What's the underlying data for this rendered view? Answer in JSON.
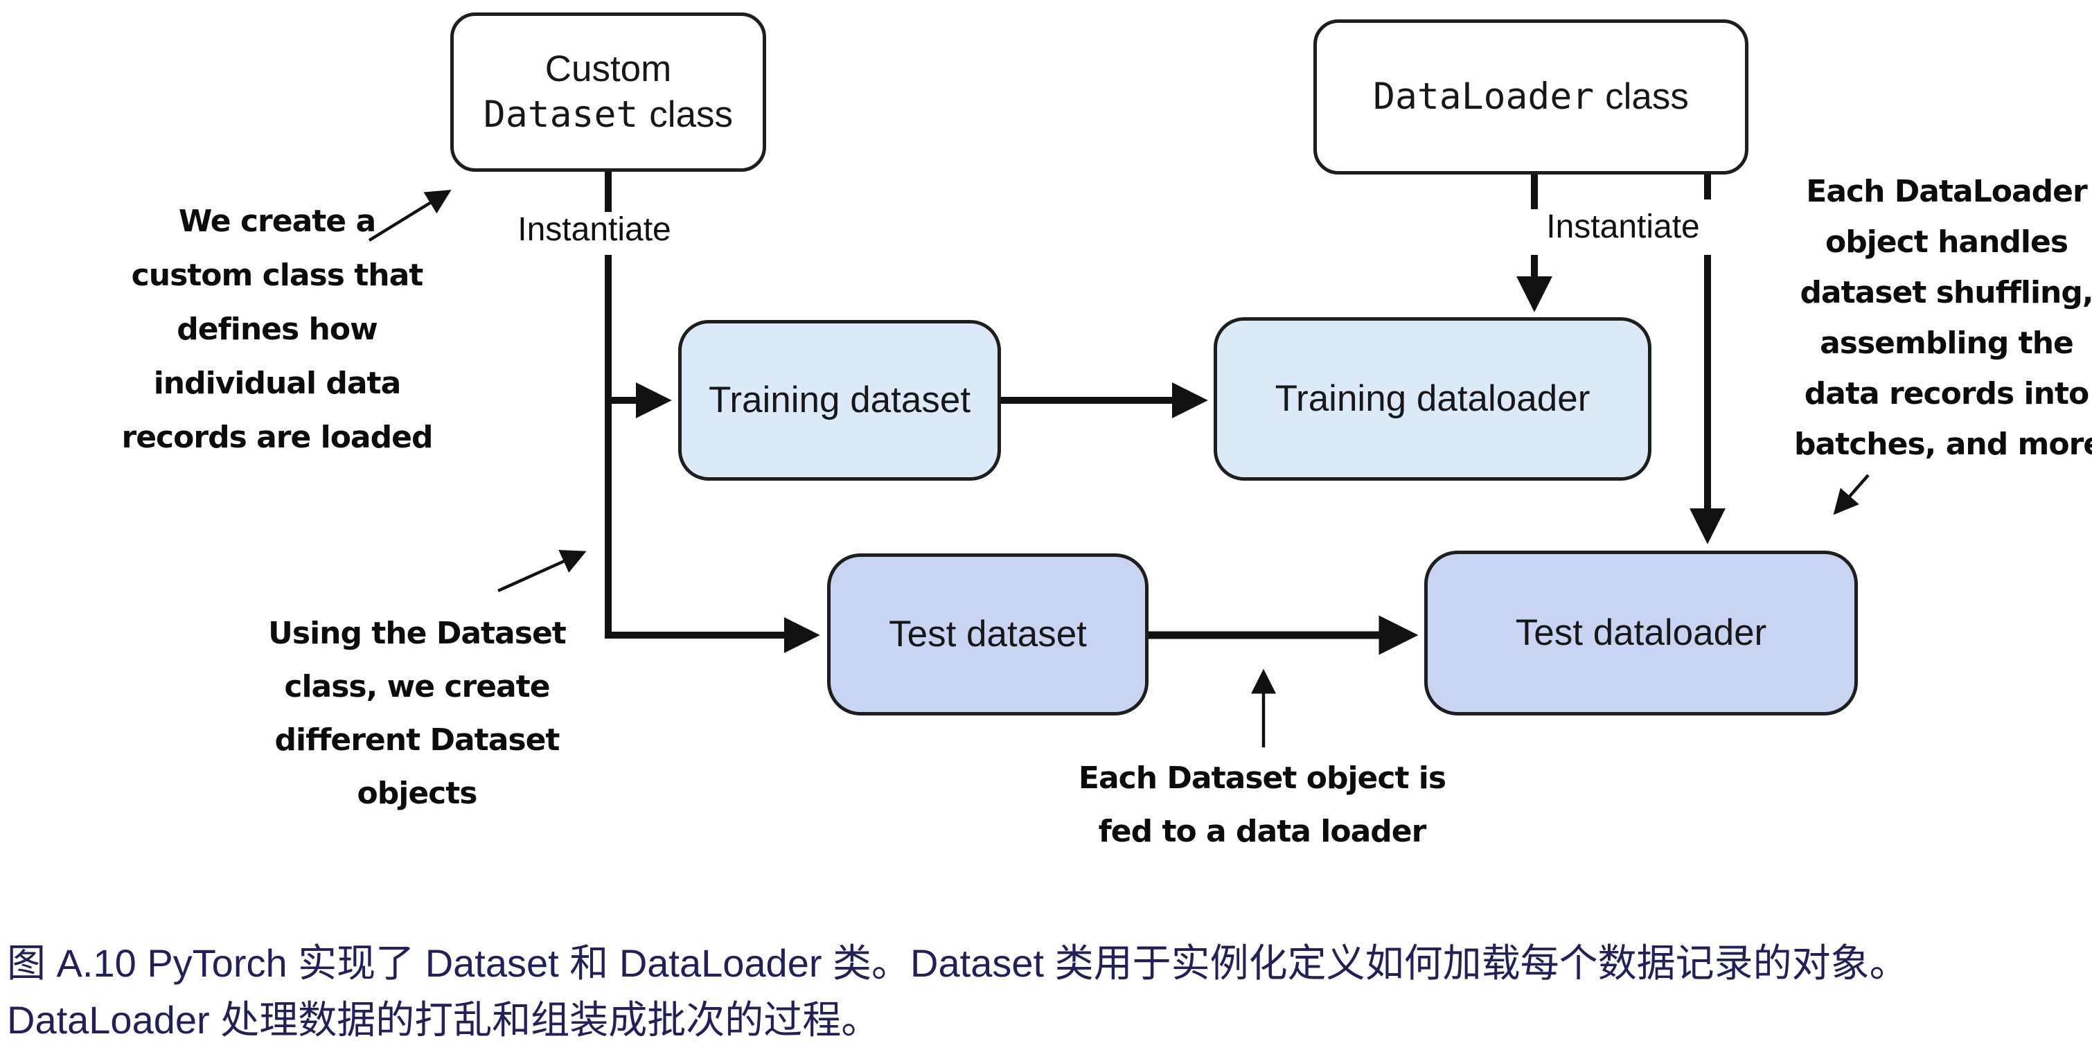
{
  "figure": {
    "boxes": {
      "custom_dataset": {
        "line1": "Custom",
        "code": "Dataset",
        "suffix": "class"
      },
      "dataloader": {
        "code": "DataLoader",
        "suffix": "class"
      },
      "training_dataset": {
        "label": "Training dataset"
      },
      "training_dataloader": {
        "label": "Training dataloader"
      },
      "test_dataset": {
        "label": "Test dataset"
      },
      "test_dataloader": {
        "label": "Test dataloader"
      }
    },
    "edge_labels": {
      "instantiate_left": "Instantiate",
      "instantiate_right": "Instantiate"
    },
    "annotations": {
      "custom_class_note": {
        "lines": [
          "We create a",
          "custom class that",
          "defines how",
          "individual data",
          "records are loaded"
        ]
      },
      "dataset_objects_note": {
        "lines": [
          "Using the Dataset",
          "class, we create",
          "different Dataset",
          "objects"
        ]
      },
      "fed_to_loader_note": {
        "lines": [
          "Each Dataset object is",
          "fed to a data loader"
        ]
      },
      "dataloader_note": {
        "lines": [
          "Each DataLoader",
          "object handles",
          "dataset shuffling,",
          "assembling the",
          "data records into",
          "batches, and more"
        ]
      }
    },
    "colors": {
      "training_fill": "#dce9f8",
      "test_fill": "#c9d3f2",
      "box_border": "#1e1e1e",
      "line_color": "#111111",
      "caption_text": "#232058"
    }
  },
  "caption": {
    "line1": "图 A.10 PyTorch 实现了 Dataset 和 DataLoader 类。Dataset 类用于实例化定义如何加载每个数据记录的对象。",
    "line2": "DataLoader 处理数据的打乱和组装成批次的过程。"
  }
}
